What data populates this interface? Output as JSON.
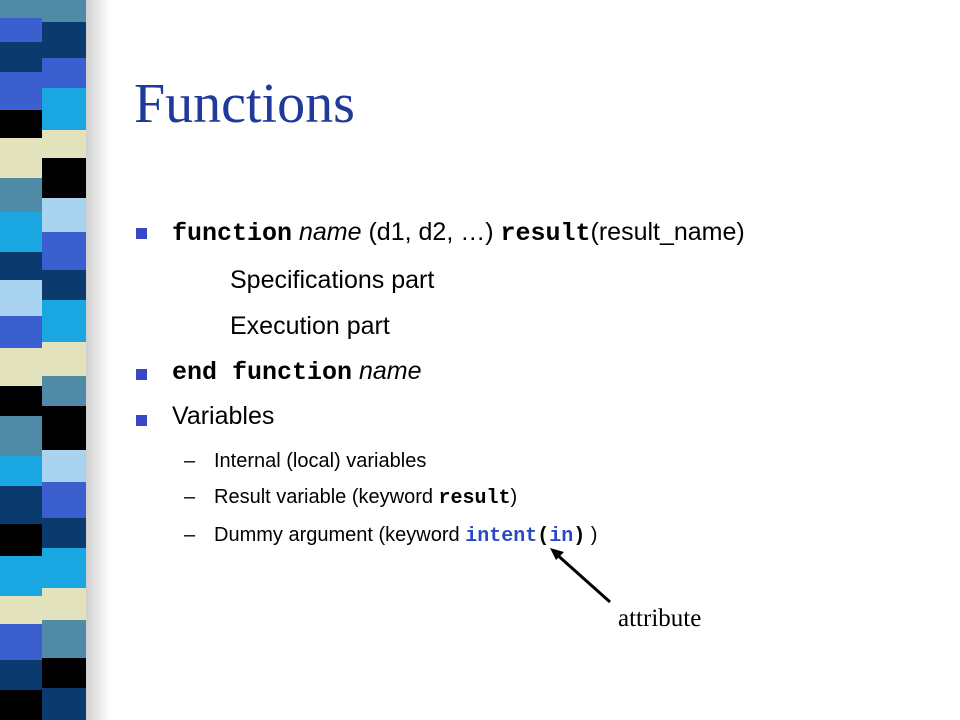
{
  "slide": {
    "title": "Functions",
    "items": [
      {
        "kw1": "function",
        "name": "name",
        "args": "(d1, d2, …)",
        "kw2": "result",
        "result_args": "(result_name)"
      },
      {
        "text": "Specifications part"
      },
      {
        "text": "Execution part"
      },
      {
        "kw": "end function",
        "name": "name"
      },
      {
        "text": "Variables"
      }
    ],
    "subitems": [
      {
        "dash": "–",
        "text": "Internal (local) variables"
      },
      {
        "dash": "–",
        "pre": "Result variable (keyword ",
        "kw": "result",
        "post": ")"
      },
      {
        "dash": "–",
        "pre": "Dummy argument (keyword ",
        "kw": "intent",
        "kw_paren_open": "(",
        "kw_in": "in",
        "kw_paren_close": ")",
        "post": " )"
      }
    ],
    "annotation": "attribute"
  },
  "colors": {
    "title": "#1f3a9a",
    "bullet": "#3a46c6",
    "keyword_highlight": "#2a4ac4",
    "stripe_palette": [
      "#4f8aa6",
      "#0a3a6e",
      "#3c5fcf",
      "#000000",
      "#e2e2bd",
      "#1aa6e0",
      "#a9d3ee"
    ]
  }
}
